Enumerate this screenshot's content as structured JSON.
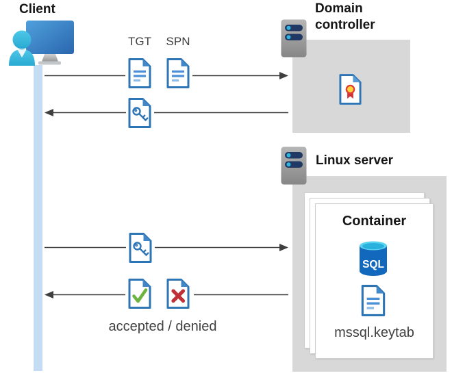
{
  "client": {
    "label": "Client"
  },
  "kerberos_exchange": {
    "tgt_label": "TGT",
    "spn_label": "SPN"
  },
  "domain_controller": {
    "title": "Domain\ncontroller"
  },
  "linux_server": {
    "title": "Linux server",
    "container": {
      "title": "Container",
      "sql_label": "SQL",
      "keytab_label": "mssql.keytab"
    }
  },
  "auth_result": {
    "label": "accepted / denied"
  },
  "icons": {
    "client": "user-monitor-icon",
    "domain_controller": "server-icon",
    "linux_server": "server-icon",
    "tgt": "document-icon",
    "spn": "document-icon",
    "service_ticket": "key-document-icon",
    "certificate": "certificate-document-icon",
    "sql_database": "sql-database-icon",
    "keytab_file": "document-icon",
    "accepted": "check-document-icon",
    "denied": "x-document-icon"
  },
  "palette": {
    "doc_border_blue": "#2e75b6",
    "doc_line_blue": "#4a90d9",
    "fold_blue": "#4287c7",
    "check_green": "#6cb33f",
    "deny_red": "#be3036",
    "sql_body_blue": "#1268bd",
    "sql_top_cyan": "#35c4e8",
    "server_bar_navy": "#1f3864",
    "server_dot_cyan": "#2eb8df",
    "box_gray": "#d8d8d8",
    "lifeline_blue": "#c5ddf4",
    "arrow_gray": "#3f3f3f"
  }
}
